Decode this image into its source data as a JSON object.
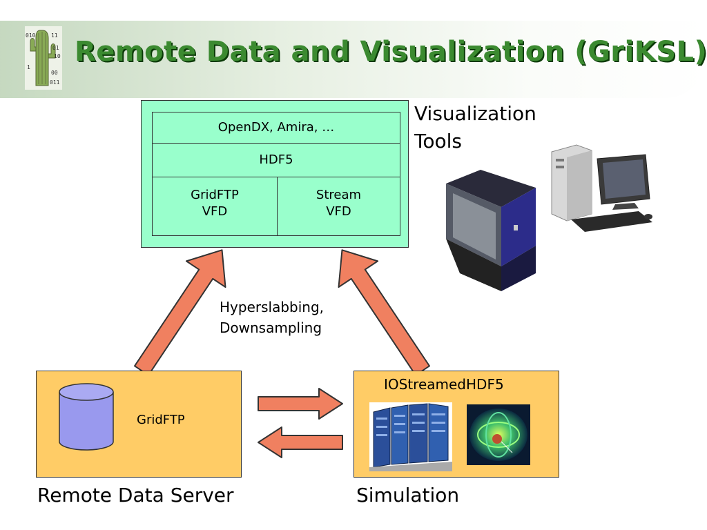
{
  "header": {
    "title": "Remote Data and Visualization (GriKSL)"
  },
  "logo": {
    "binary_text": [
      "010",
      "11",
      "01",
      "10",
      "1",
      "00",
      "011"
    ]
  },
  "visualization": {
    "layer_top": "OpenDX, Amira, …",
    "layer_middle": "HDF5",
    "vfd_left_line1": "GridFTP",
    "vfd_left_line2": "VFD",
    "vfd_right_line1": "Stream",
    "vfd_right_line2": "VFD",
    "tools_line1": "Visualization",
    "tools_line2": "Tools"
  },
  "annotation": {
    "line1": "Hyperslabbing,",
    "line2": "Downsampling"
  },
  "remote_server": {
    "inner_label": "GridFTP",
    "caption": "Remote Data Server"
  },
  "simulation": {
    "inner_label": "IOStreamedHDF5",
    "caption": "Simulation"
  },
  "colors": {
    "title": "#3b8a30",
    "vis_box": "#99ffcc",
    "bottom_boxes": "#ffcc66",
    "arrow_fill": "#f08060",
    "cylinder": "#9999ee"
  }
}
